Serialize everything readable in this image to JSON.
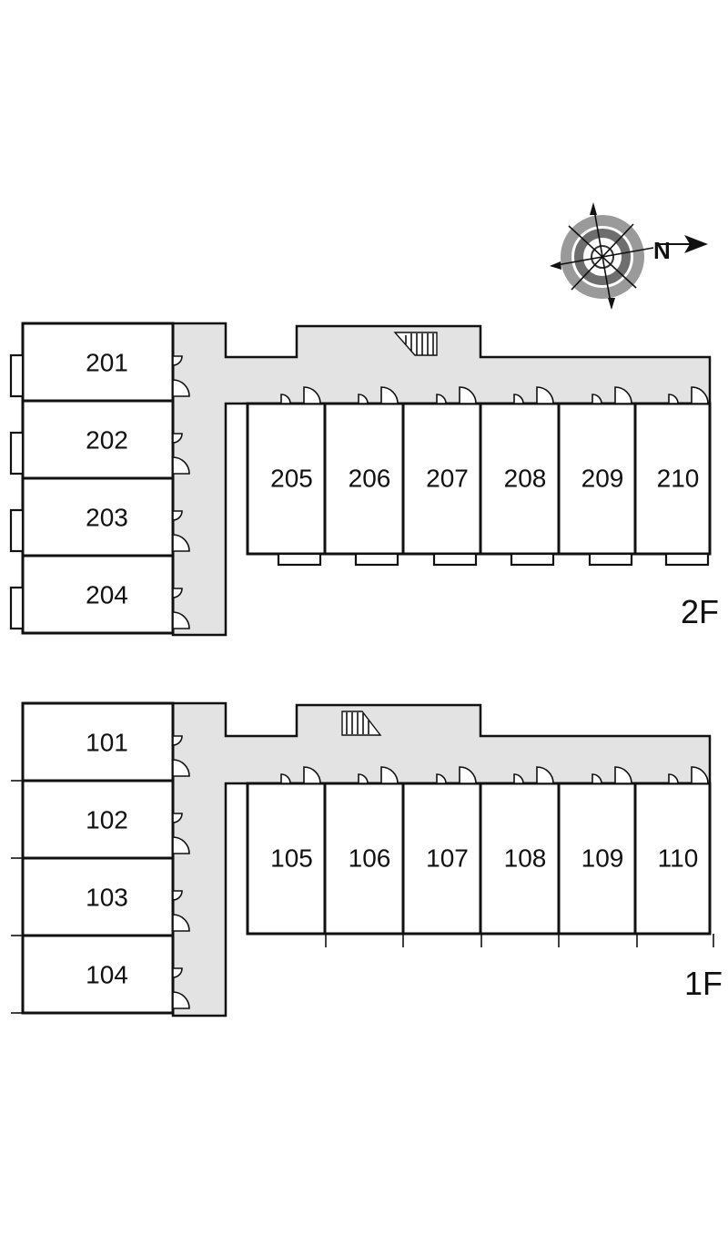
{
  "compass": {
    "north_label": "N"
  },
  "floors": [
    {
      "label": "2F",
      "west_units": [
        "201",
        "202",
        "203",
        "204"
      ],
      "east_units": [
        "205",
        "206",
        "207",
        "208",
        "209",
        "210"
      ]
    },
    {
      "label": "1F",
      "west_units": [
        "101",
        "102",
        "103",
        "104"
      ],
      "east_units": [
        "105",
        "106",
        "107",
        "108",
        "109",
        "110"
      ]
    }
  ]
}
